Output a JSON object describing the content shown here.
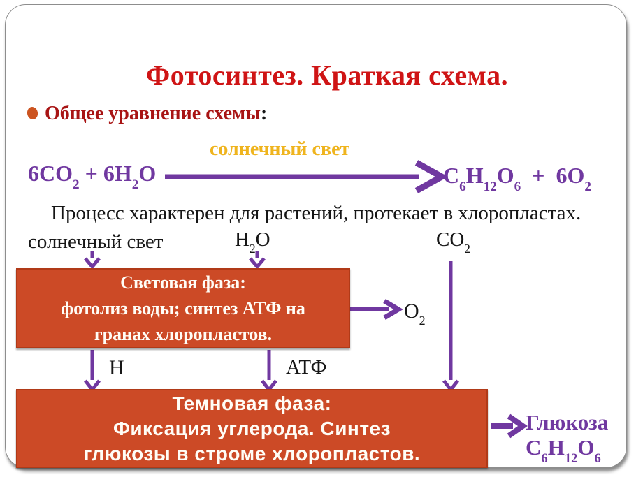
{
  "colors": {
    "title_red": "#CF1415",
    "heading_red": "#A81414",
    "bullet_orange": "#CC5420",
    "accent_purple": "#7038A0",
    "gold": "#EFB41E",
    "box_fill": "#CC4A26",
    "box_border": "#B03A18",
    "box_text": "#FFFDF6",
    "text_black": "#161616",
    "frame_gray": "#8D8D8D"
  },
  "slide": {
    "title": "Фотосинтез. Краткая схема.",
    "heading": {
      "label": "Общее уравнение схемы",
      "colon": ":"
    },
    "equation": {
      "condition": "солнечный свет",
      "reactants": "6CO_2 + 6H_2O",
      "products": "C_6H_12O_6  +  6O_2"
    },
    "note": "Процесс характерен для растений, протекает в хлоропластах.",
    "inputs": {
      "sunlight": "солнечный свет",
      "water": "H_2O",
      "carbon_dioxide": "CO_2"
    },
    "light_phase": {
      "lines": [
        "Световая фаза:",
        "фотолиз воды; синтез АТФ на",
        "гранах хлоропластов."
      ],
      "byproduct": "O_2"
    },
    "intermediates": {
      "hydrogen": "Н",
      "atp": "АТФ"
    },
    "dark_phase": {
      "lines": [
        "Темновая фаза:",
        "Фиксация углерода. Синтез",
        "глюкозы в строме хлоропластов."
      ]
    },
    "product": {
      "name": "Глюкоза",
      "formula": "C_6H_12O_6"
    }
  }
}
